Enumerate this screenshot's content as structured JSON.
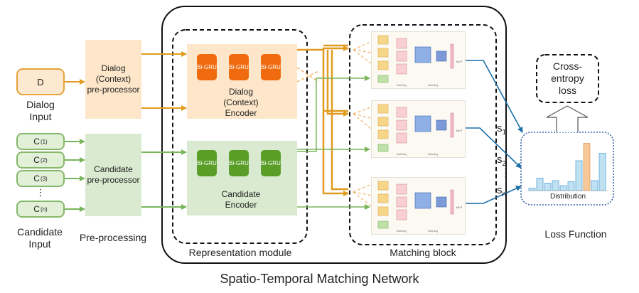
{
  "diagram": {
    "title": "Spatio-Temporal Matching Network",
    "inputs": {
      "dialog_box": "D",
      "dialog_label_line1": "Dialog",
      "dialog_label_line2": "Input",
      "candidates": [
        {
          "base": "C",
          "sup": "(1)"
        },
        {
          "base": "C",
          "sup": "(2)"
        },
        {
          "base": "C",
          "sup": "(3)"
        },
        {
          "base": "C",
          "sup": "(n)"
        }
      ],
      "ellipsis": "⋮",
      "candidate_label_line1": "Candidate",
      "candidate_label_line2": "Input"
    },
    "preprocessing": {
      "dialog_line1": "Dialog",
      "dialog_line2": "(Context)",
      "dialog_line3": "pre-processor",
      "candidate_line1": "Candidate",
      "candidate_line2": "pre-processor",
      "section_label": "Pre-processing"
    },
    "representation": {
      "gru_label": "Bi-GRU",
      "dialog_enc_line1": "Dialog",
      "dialog_enc_line2": "(Context)",
      "dialog_enc_line3": "Encoder",
      "candidate_enc_line1": "Candidate",
      "candidate_enc_line2": "Encoder",
      "section_label": "Representation module"
    },
    "matching": {
      "section_label": "Matching block",
      "mini_label_left": "Matching",
      "mini_label_right": "Matching",
      "mini_output": "MLP"
    },
    "scores": {
      "s1_base": "s",
      "s1_sub": "1",
      "s2_base": "s",
      "s2_sub": "2",
      "sn_base": "s",
      "sn_sub": "n",
      "dots": "⋮"
    },
    "loss": {
      "ce_line1": "Cross-",
      "ce_line2": "entropy",
      "ce_line3": "loss",
      "distribution": "Distribution",
      "section_label": "Loss Function",
      "bars": [
        0.05,
        0.25,
        0.15,
        0.2,
        0.1,
        0.18,
        0.6,
        0.95,
        0.2,
        0.75
      ]
    },
    "colors": {
      "orange_line": "#e09b1e",
      "green_line": "#7ab55c",
      "blue_arrow": "#1a6fa8",
      "dotted_blue": "#3a66a8"
    }
  }
}
